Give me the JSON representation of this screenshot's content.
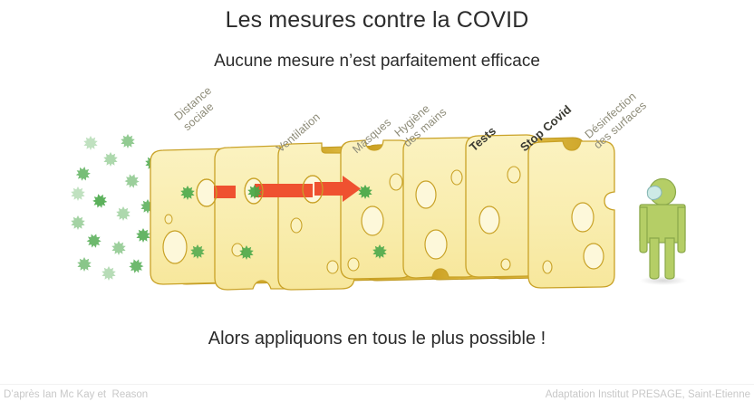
{
  "slide": {
    "title": "Les mesures contre la COVID",
    "subtitle": "Aucune mesure n’est parfaitement efficace",
    "closing": "Alors appliquons en tous le plus possible !",
    "background_color": "#ffffff",
    "text_color": "#2b2b2b"
  },
  "footer": {
    "left": "D’après Ian Mc Kay et  Reason",
    "right": "Adaptation Institut PRESAGE, Saint-Etienne",
    "color": "#c8c8c8"
  },
  "diagram": {
    "kind": "swiss-cheese-model",
    "colors": {
      "cheese_face": "#f9edaf",
      "cheese_face_light": "#fbf2c2",
      "cheese_edge": "#d3ab2e",
      "cheese_outline": "#c9a227",
      "hole_fill": "#fdf7d4",
      "arrow": "#ef5130",
      "virus": "#4aa84a",
      "person_body": "#b5ce66",
      "person_outline": "#8aa84a",
      "mask": "#cdeae6",
      "label_text": "#8d8b78",
      "label_text_strong": "#3a3a32"
    },
    "layers": [
      {
        "label": "Distance\nsociale",
        "emphasis": "normal"
      },
      {
        "label": "Ventilation",
        "emphasis": "normal"
      },
      {
        "label": "Masques",
        "emphasis": "normal"
      },
      {
        "label": "Hygiène\ndes mains",
        "emphasis": "normal"
      },
      {
        "label": "Tests",
        "emphasis": "strong"
      },
      {
        "label": "Stop Covid",
        "emphasis": "strong"
      },
      {
        "label": "Désinfection\ndes surfaces",
        "emphasis": "normal"
      }
    ],
    "arrow": {
      "label": "transmission-path",
      "breaches_layers": 3
    },
    "person": {
      "label": "protected-person",
      "wears_mask": true
    }
  }
}
